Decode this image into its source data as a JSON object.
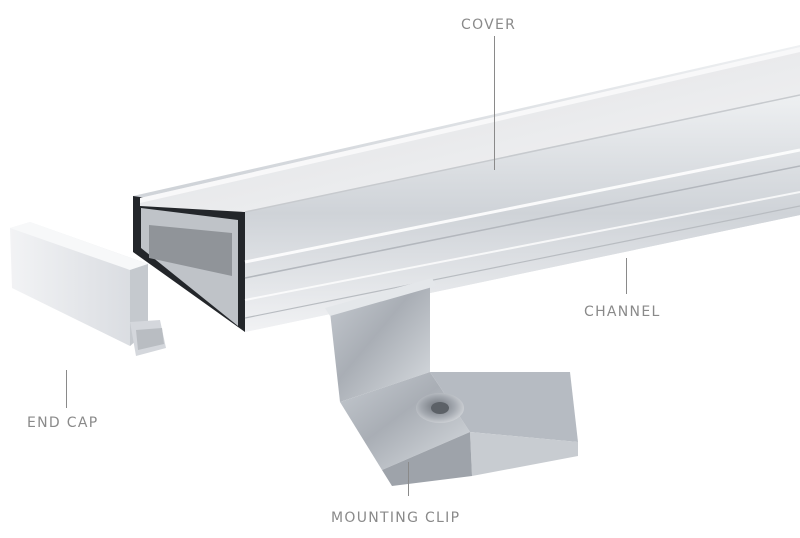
{
  "labels": {
    "cover": "COVER",
    "channel": "CHANNEL",
    "end_cap": "END CAP",
    "mounting_clip": "MOUNTING CLIP"
  }
}
